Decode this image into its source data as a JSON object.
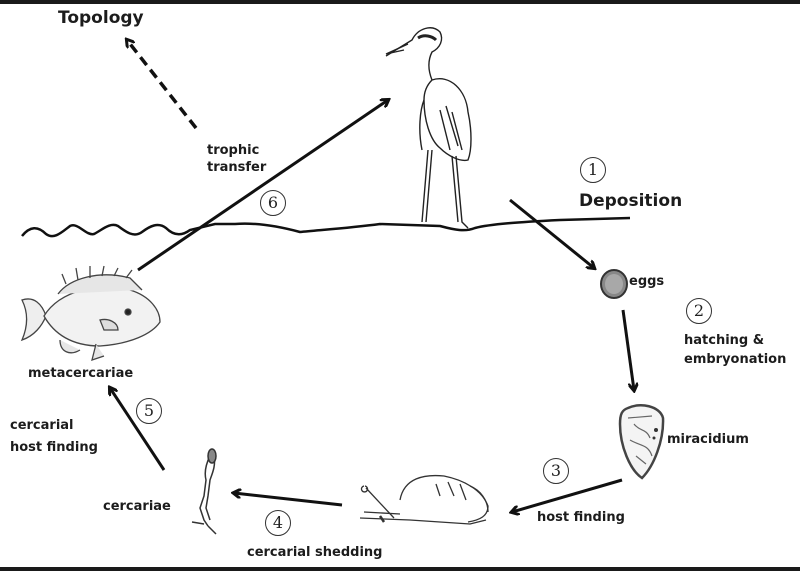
{
  "diagram": {
    "title": "Trematode life cycle",
    "off_cycle": {
      "label": "Topology",
      "connector": "dashed-arrow"
    },
    "stages": [
      {
        "step": "1",
        "process": "Deposition",
        "stage_label": "eggs",
        "icon": "egg-icon"
      },
      {
        "step": "2",
        "process_lines": [
          "hatching &",
          "embryonation"
        ],
        "stage_label": "miracidium",
        "icon": "miracidium-icon"
      },
      {
        "step": "3",
        "process": "host finding",
        "stage_label": "",
        "icon": "snail-icon"
      },
      {
        "step": "4",
        "process": "cercarial shedding",
        "stage_label": "cercariae",
        "icon": "cercaria-icon"
      },
      {
        "step": "5",
        "process_lines": [
          "cercarial",
          "host finding"
        ],
        "stage_label": "metacercariae",
        "icon": "fish-icon"
      },
      {
        "step": "6",
        "process_lines": [
          "trophic",
          "transfer"
        ],
        "stage_label": "",
        "icon": "heron-icon"
      }
    ],
    "colors": {
      "ink": "#1c1c1c",
      "background": "#ffffff",
      "frame": "#1a1a1a"
    }
  }
}
